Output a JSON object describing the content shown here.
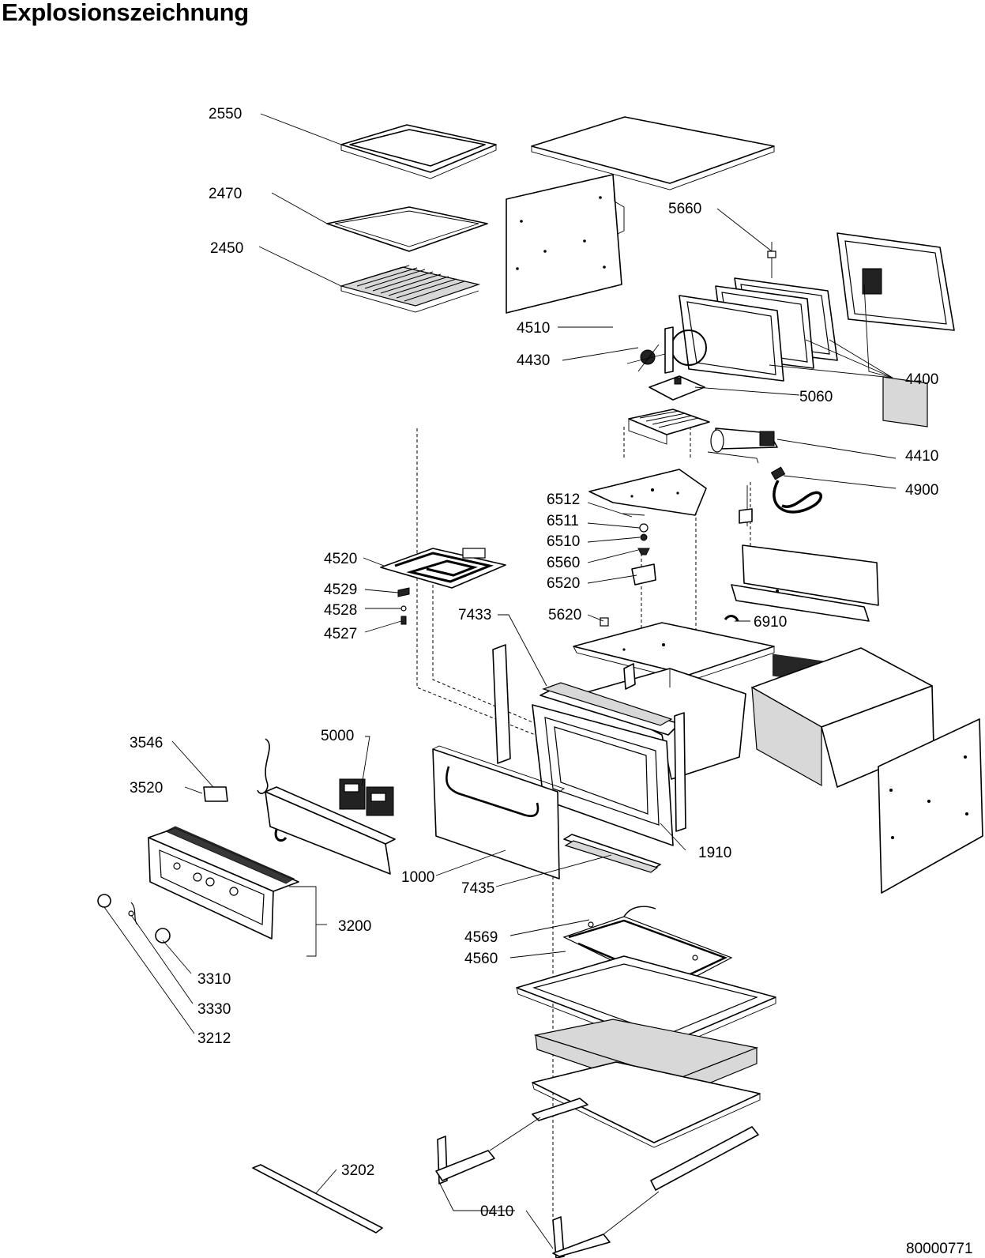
{
  "title": "Explosionszeichnung",
  "document_number": "80000771",
  "part_labels": [
    "2550",
    "2470",
    "2450",
    "5660",
    "4510",
    "4430",
    "4400",
    "5060",
    "4410",
    "4900",
    "6512",
    "6511",
    "6510",
    "6560",
    "6520",
    "4520",
    "4529",
    "4528",
    "4527",
    "7433",
    "5620",
    "6910",
    "3546",
    "5000",
    "3520",
    "1910",
    "1000",
    "7435",
    "3200",
    "4569",
    "4560",
    "3310",
    "3330",
    "3212",
    "3202",
    "0410"
  ]
}
